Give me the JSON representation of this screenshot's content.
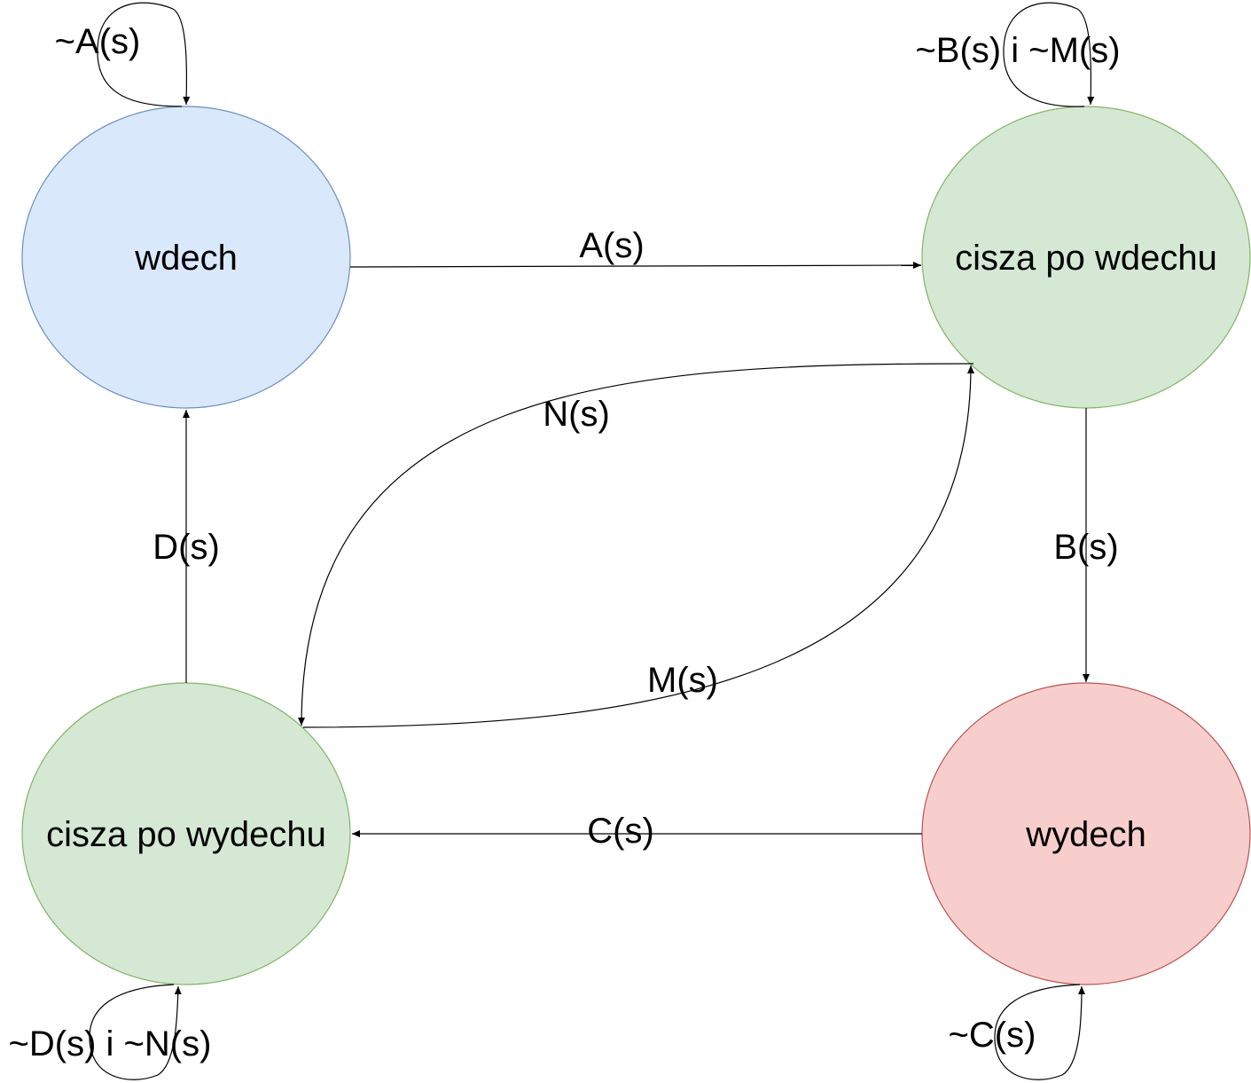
{
  "nodes": {
    "wdech": {
      "label": "wdech",
      "fill": "#dae8fc",
      "stroke": "#6c8ebf"
    },
    "cisza_po_wdechu": {
      "label": "cisza po wdechu",
      "fill": "#d5e8d4",
      "stroke": "#82b366"
    },
    "wydech": {
      "label": "wydech",
      "fill": "#f8cecc",
      "stroke": "#b85450"
    },
    "cisza_po_wydechu": {
      "label": "cisza po wydechu",
      "fill": "#d5e8d4",
      "stroke": "#82b366"
    }
  },
  "edges": {
    "a": "A(s)",
    "b": "B(s)",
    "c": "C(s)",
    "d": "D(s)",
    "n": "N(s)",
    "m": "M(s)",
    "loop_wdech": "~A(s)",
    "loop_cisza_po_wdechu": "~B(s) i ~M(s)",
    "loop_wydech": "~C(s)",
    "loop_cisza_po_wydechu": "~D(s) i ~N(s)"
  }
}
